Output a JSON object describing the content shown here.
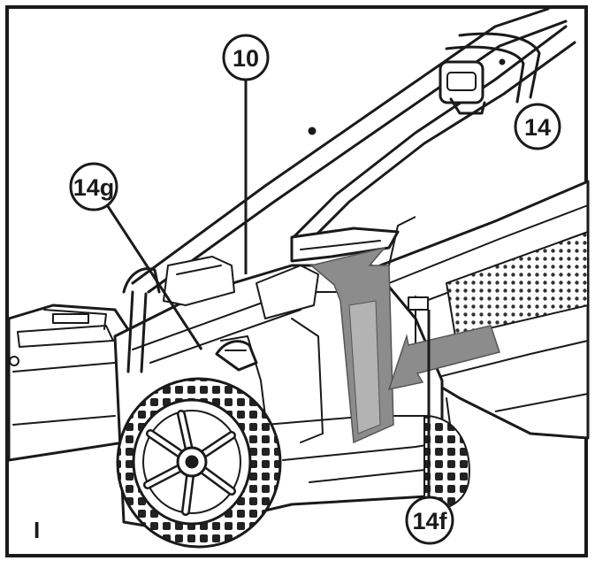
{
  "figure": {
    "callouts": [
      {
        "id": "10",
        "text": "10"
      },
      {
        "id": "14",
        "text": "14"
      },
      {
        "id": "14g",
        "text": "14g"
      },
      {
        "id": "14f",
        "text": "14f"
      }
    ],
    "panel_mark": "I",
    "colors": {
      "line": "#1a1a1a",
      "arrow_fill": "#8c8c8c",
      "arrow_fill_light": "#b3b3b3",
      "background": "#ffffff"
    }
  }
}
